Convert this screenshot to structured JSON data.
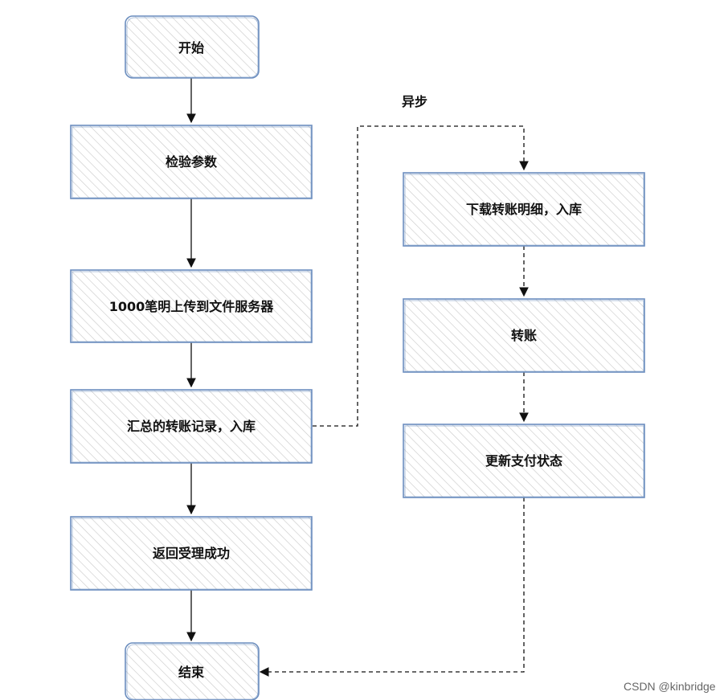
{
  "colors": {
    "node_stroke": "#6c8ebf",
    "hatch": "#c8c8c8",
    "edge": "#111111",
    "watermark": "#666666"
  },
  "nodes": {
    "start": "开始",
    "validate": "检验参数",
    "upload": "1000笔明上传到文件服务器",
    "summary": "汇总的转账记录，入库",
    "accepted": "返回受理成功",
    "end": "结束",
    "download": "下载转账明细，入库",
    "transfer": "转账",
    "update": "更新支付状态"
  },
  "edges": {
    "async_label": "异步"
  },
  "watermark": "CSDN @kinbridge"
}
